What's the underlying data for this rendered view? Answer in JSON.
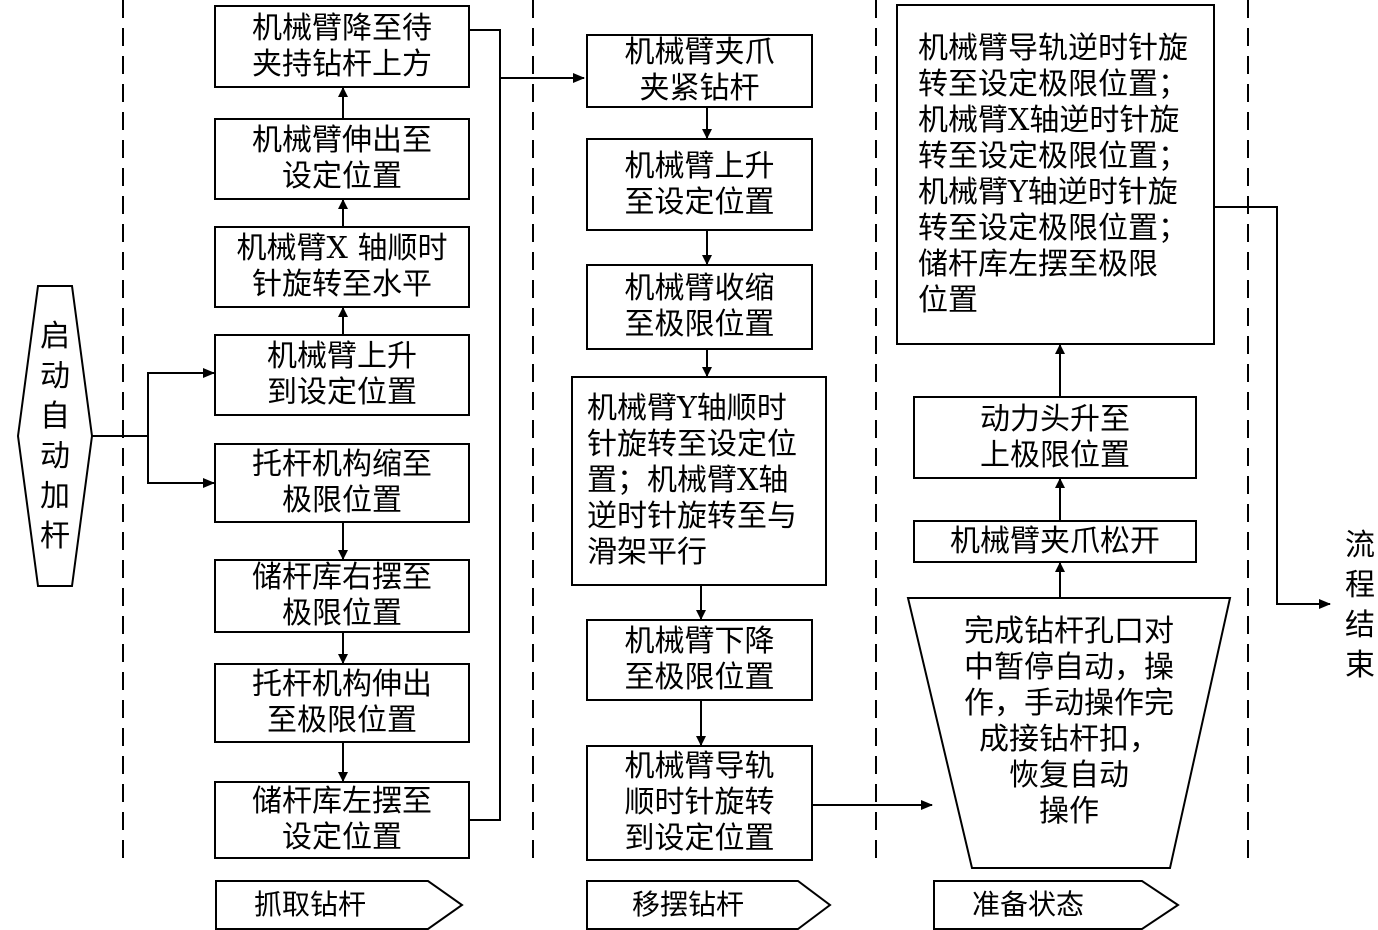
{
  "start": "启\n动\n自\n动\n加\n杆",
  "end": "流\n程\n结\n束",
  "phases": {
    "grab": "抓取钻杆",
    "move": "移摆钻杆",
    "prepare": "准备状态"
  },
  "col1": {
    "b1": "机械臂降至待\n夹持钻杆上方",
    "b2": "机械臂伸出至\n设定位置",
    "b3": "机械臂X 轴顺时\n针旋转至水平",
    "b4": "机械臂上升\n到设定位置",
    "b5": "托杆机构缩至\n极限位置",
    "b6": "储杆库右摆至\n极限位置",
    "b7": "托杆机构伸出\n至极限位置",
    "b8": "储杆库左摆至\n设定位置"
  },
  "col2": {
    "b1": "机械臂夹爪\n夹紧钻杆",
    "b2": "机械臂上升\n至设定位置",
    "b3": "机械臂收缩\n至极限位置",
    "b4": "机械臂Y轴顺时\n针旋转至设定位\n置；机械臂X轴\n逆时针旋转至与\n滑架平行",
    "b5": "机械臂下降\n至极限位置",
    "b6": "机械臂导轨\n顺时针旋转\n到设定位置"
  },
  "col3": {
    "trap": "完成钻杆孔口对\n中暂停自动，操\n作，手动操作完\n成接钻杆扣，\n恢复自动\n操作",
    "b1": "机械臂夹爪松开",
    "b2": "动力头升至\n上极限位置",
    "b3": "机械臂导轨逆时针旋\n转至设定极限位置；\n机械臂X轴逆时针旋\n转至设定极限位置；\n机械臂Y轴逆时针旋\n转至设定极限位置；\n储杆库左摆至极限\n位置"
  }
}
